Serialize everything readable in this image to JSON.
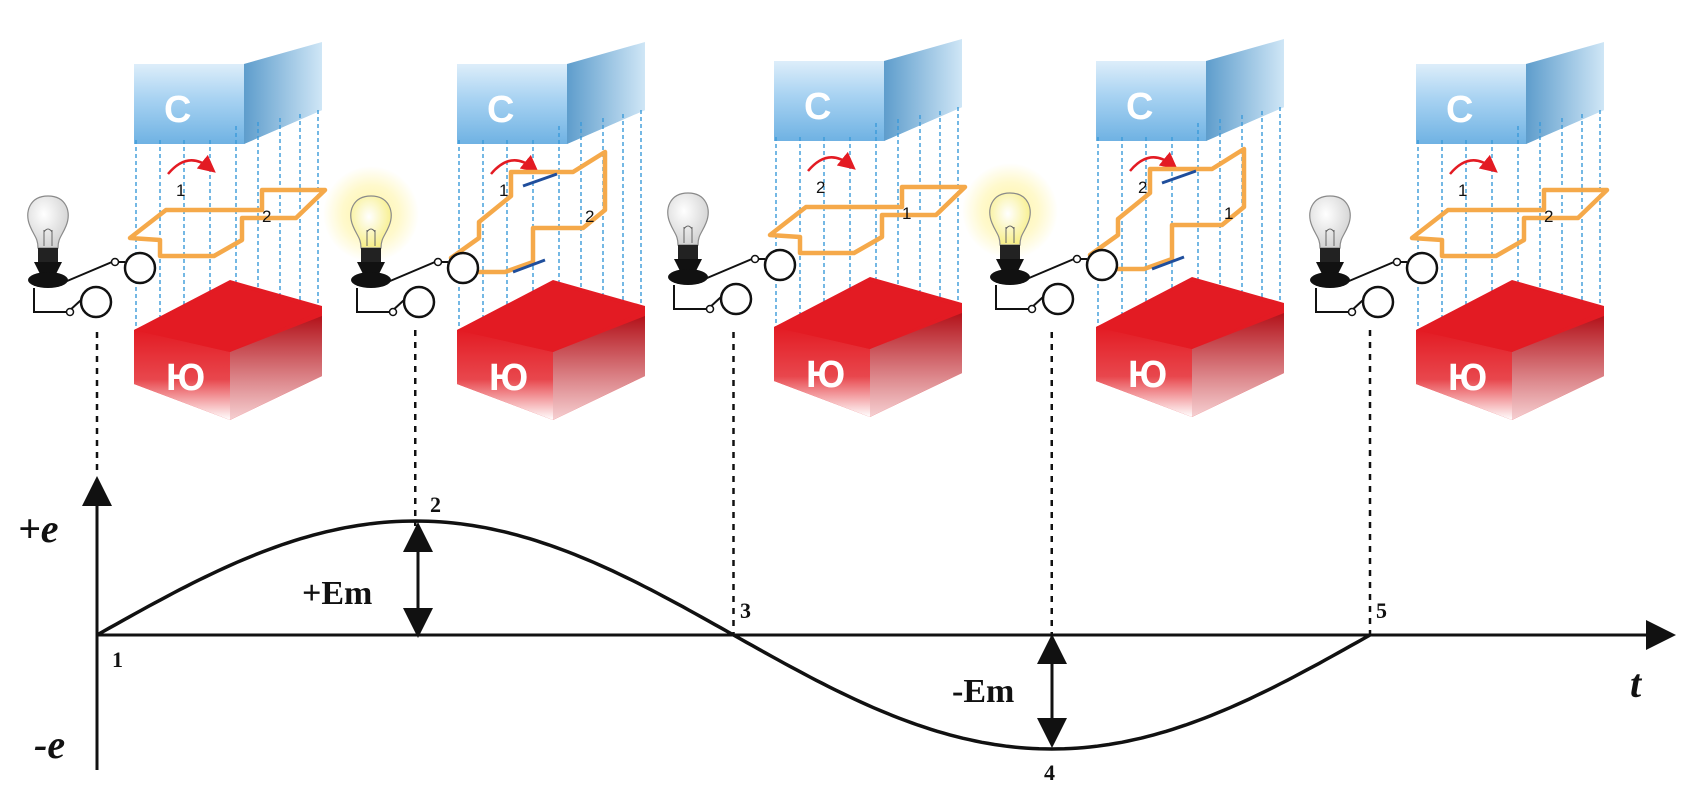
{
  "poles": {
    "north": "С",
    "south": "Ю"
  },
  "panels": [
    {
      "id": 1,
      "lamp_lit": false,
      "wire_labels": [
        "1",
        "2"
      ]
    },
    {
      "id": 2,
      "lamp_lit": true,
      "wire_labels": [
        "1",
        "2"
      ]
    },
    {
      "id": 3,
      "lamp_lit": false,
      "wire_labels": [
        "2",
        "1"
      ]
    },
    {
      "id": 4,
      "lamp_lit": true,
      "wire_labels": [
        "2",
        "1"
      ]
    },
    {
      "id": 5,
      "lamp_lit": false,
      "wire_labels": [
        "1",
        "2"
      ]
    }
  ],
  "graph": {
    "y_pos_label": "+e",
    "y_neg_label": "-e",
    "x_label": "t",
    "max_label": "+Em",
    "min_label": "-Em",
    "points": [
      "1",
      "2",
      "3",
      "4",
      "5"
    ]
  },
  "colors": {
    "north_pole": "#7ab8e6",
    "south_pole": "#e31b23",
    "wire": "#f5a94a",
    "field_lines": "#3a9ad9",
    "rotation_arrow": "#e31b23",
    "curve": "#111111"
  }
}
